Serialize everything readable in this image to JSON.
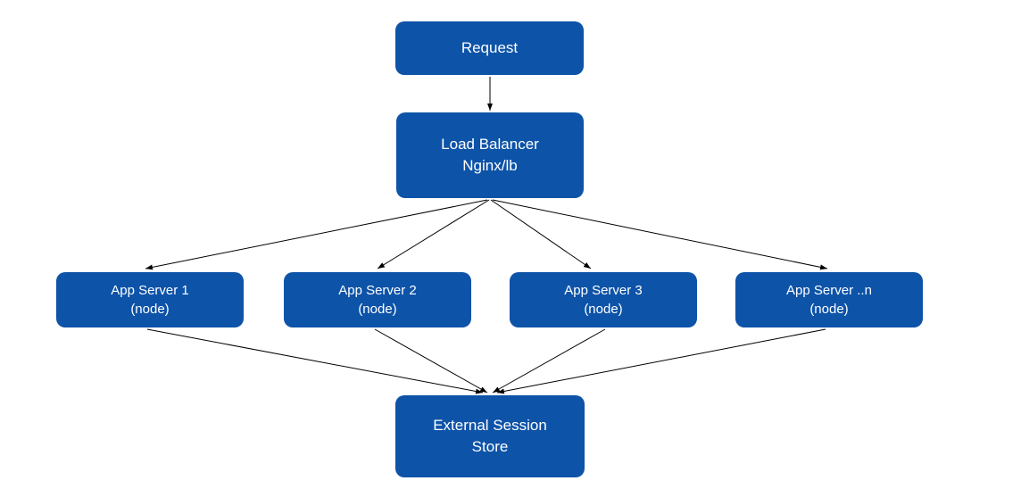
{
  "diagram": {
    "type": "flowchart",
    "colors": {
      "node_fill": "#0d53a8",
      "node_text": "#ffffff",
      "arrow": "#000000",
      "background": "#ffffff"
    },
    "nodes": {
      "request": {
        "line1": "Request",
        "line2": ""
      },
      "load_balancer": {
        "line1": "Load Balancer",
        "line2": "Nginx/lb"
      },
      "app_server_1": {
        "line1": "App Server 1",
        "line2": "(node)"
      },
      "app_server_2": {
        "line1": "App Server 2",
        "line2": "(node)"
      },
      "app_server_3": {
        "line1": "App Server 3",
        "line2": "(node)"
      },
      "app_server_n": {
        "line1": "App Server ..n",
        "line2": "(node)"
      },
      "session_store": {
        "line1": "External Session",
        "line2": "Store"
      }
    },
    "edges": [
      {
        "from": "request",
        "to": "load_balancer"
      },
      {
        "from": "load_balancer",
        "to": "app_server_1"
      },
      {
        "from": "load_balancer",
        "to": "app_server_2"
      },
      {
        "from": "load_balancer",
        "to": "app_server_3"
      },
      {
        "from": "load_balancer",
        "to": "app_server_n"
      },
      {
        "from": "app_server_1",
        "to": "session_store"
      },
      {
        "from": "app_server_2",
        "to": "session_store"
      },
      {
        "from": "app_server_3",
        "to": "session_store"
      },
      {
        "from": "app_server_n",
        "to": "session_store"
      }
    ]
  }
}
